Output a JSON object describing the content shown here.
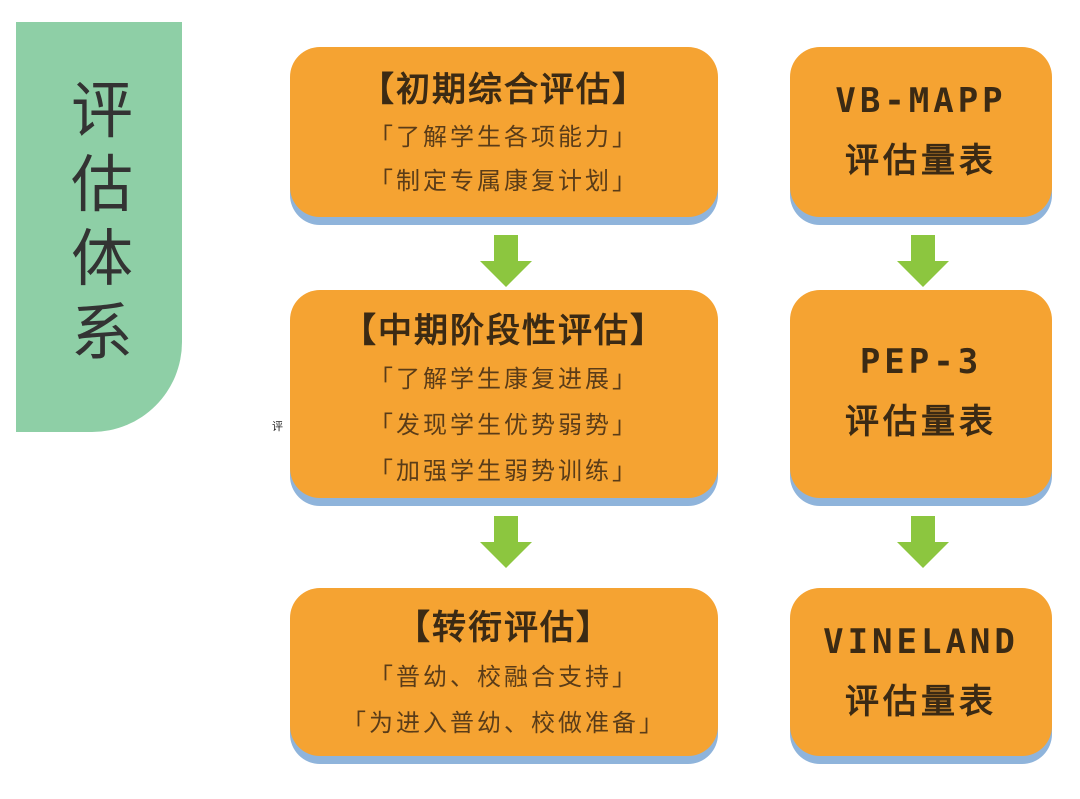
{
  "side": {
    "title": "评\n估\n体\n系",
    "mark": "评"
  },
  "left": [
    {
      "title": "【初期综合评估】",
      "lines": [
        "「了解学生各项能力」",
        "「制定专属康复计划」"
      ]
    },
    {
      "title": "【中期阶段性评估】",
      "lines": [
        "「了解学生康复进展」",
        "「发现学生优势弱势」",
        "「加强学生弱势训练」"
      ]
    },
    {
      "title": "【转衔评估】",
      "lines": [
        "「普幼、校融合支持」",
        "「为进入普幼、校做准备」"
      ]
    }
  ],
  "right": [
    {
      "title": "VB-MAPP",
      "subtitle": "评估量表"
    },
    {
      "title": "PEP-3",
      "subtitle": "评估量表"
    },
    {
      "title": "VINELAND",
      "subtitle": "评估量表"
    }
  ],
  "colors": {
    "box": "#f5a332",
    "shadow": "#8fb4db",
    "arrow": "#8cc63f",
    "tab": "#8ecfa6"
  }
}
